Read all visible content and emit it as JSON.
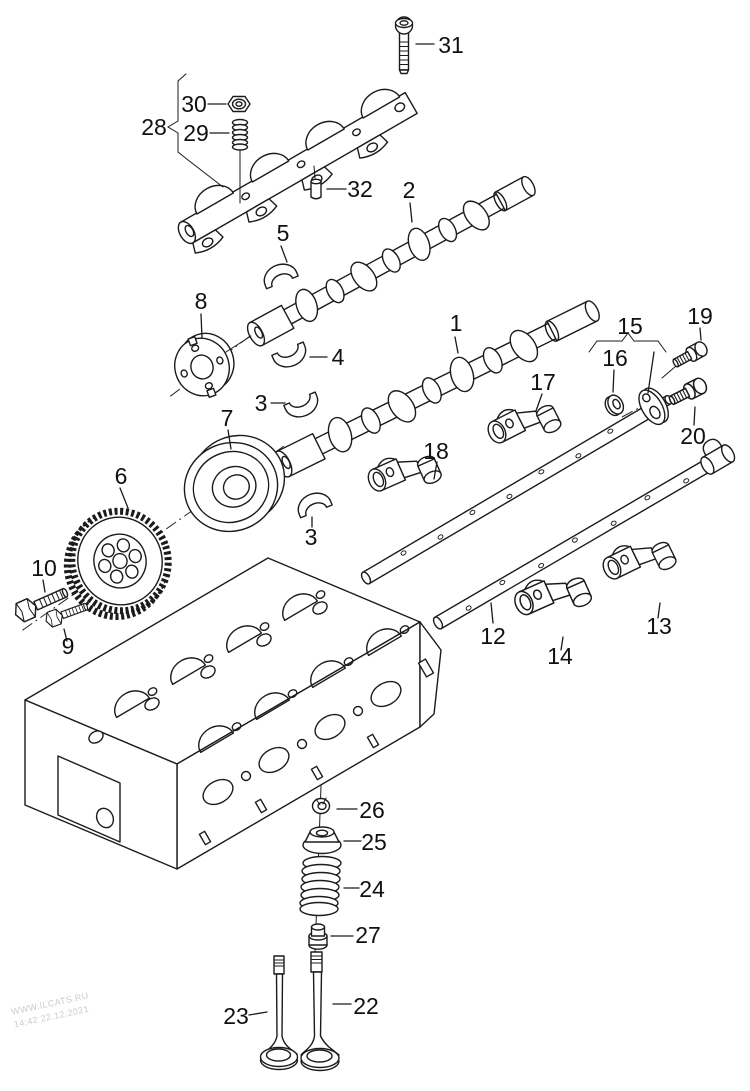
{
  "watermark": {
    "line1": "WWW.ILCATS.RU",
    "line2": "14:42 22.12.2021"
  },
  "callouts": {
    "c1": "1",
    "c2": "2",
    "c3": "3",
    "c4": "4",
    "c5": "5",
    "c6": "6",
    "c7": "7",
    "c8": "8",
    "c9": "9",
    "c10": "10",
    "c12": "12",
    "c13": "13",
    "c14": "14",
    "c15": "15",
    "c16": "16",
    "c17": "17",
    "c18": "18",
    "c19": "19",
    "c20": "20",
    "c22": "22",
    "c23": "23",
    "c24": "24",
    "c25": "25",
    "c26": "26",
    "c27": "27",
    "c28": "28",
    "c29": "29",
    "c30": "30",
    "c31": "31",
    "c32": "32"
  }
}
